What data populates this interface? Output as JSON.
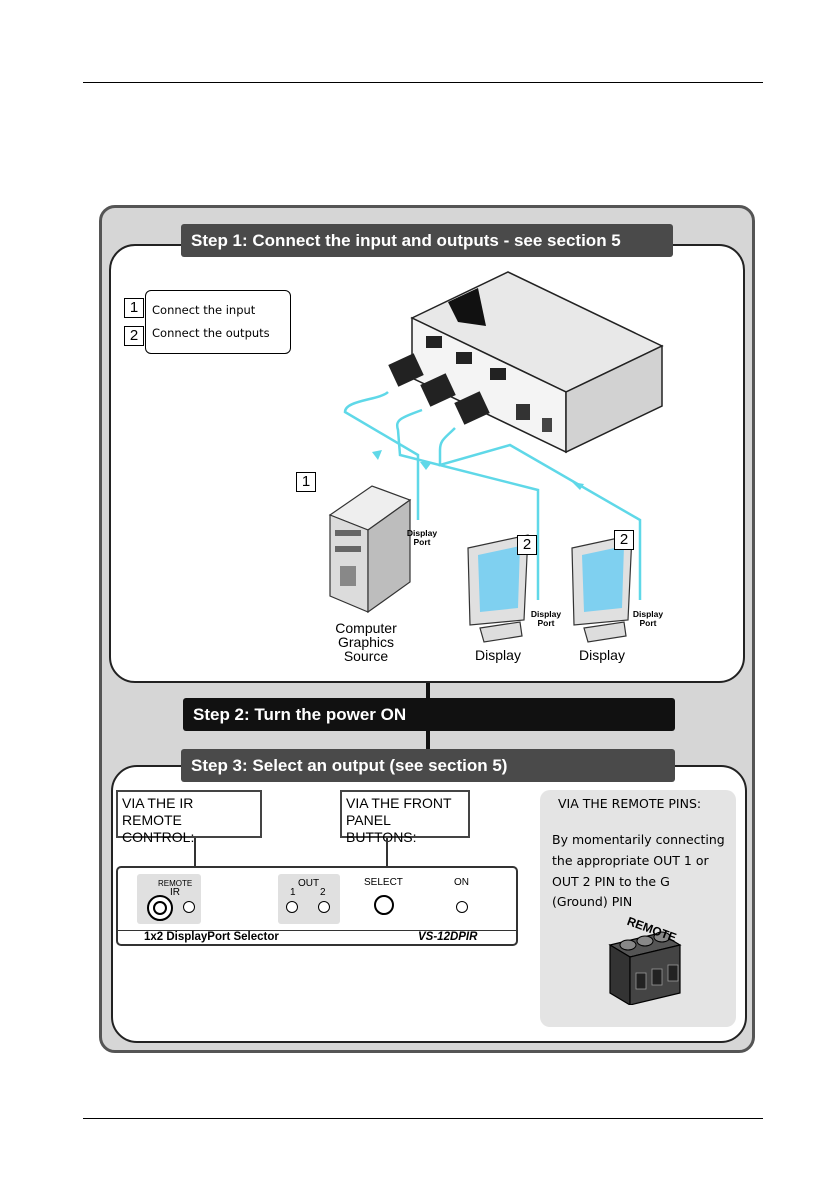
{
  "step1": {
    "title": "Step 1: Connect the input and outputs - see section 5"
  },
  "step2": {
    "title": "Step 2: Turn the power ON"
  },
  "step3": {
    "title": "Step 3: Select an output (see section 5)"
  },
  "callout": {
    "items": [
      {
        "num": "1",
        "text": "Connect the input"
      },
      {
        "num": "2",
        "text": "Connect the outputs"
      }
    ]
  },
  "diagram": {
    "marker_source": "1",
    "marker_display1": "2",
    "marker_display2": "2",
    "computer_label_l1": "Computer",
    "computer_label_l2": "Graphics",
    "computer_label_l3": "Source",
    "display1_label": "Display",
    "display2_label": "Display",
    "port_l1": "Display",
    "port_l2": "Port"
  },
  "remote_control_box": {
    "line1": "VIA THE IR REMOTE",
    "line2": "CONTROL:"
  },
  "front_panel_box": {
    "line1": "VIA THE FRONT",
    "line2": "PANEL BUTTONS:"
  },
  "remote_pins": {
    "title": "VIA THE REMOTE PINS:",
    "lines": [
      "By momentarily connecting",
      "the appropriate OUT 1  or",
      "OUT 2  PIN to the G",
      "(Ground) PIN"
    ],
    "terminal_label": "REMOTE"
  },
  "device_panel": {
    "remote_label": "REMOTE",
    "ir_label": "IR",
    "out_label": "OUT",
    "out1": "1",
    "out2": "2",
    "select_label": "SELECT",
    "on_label": "ON",
    "product_name": "1x2 DisplayPort Selector",
    "model": "VS-12DPIR"
  },
  "colors": {
    "cable": "#5fd8e8",
    "screen": "#7fd0f0",
    "step_bar": "#4a4a4a"
  }
}
